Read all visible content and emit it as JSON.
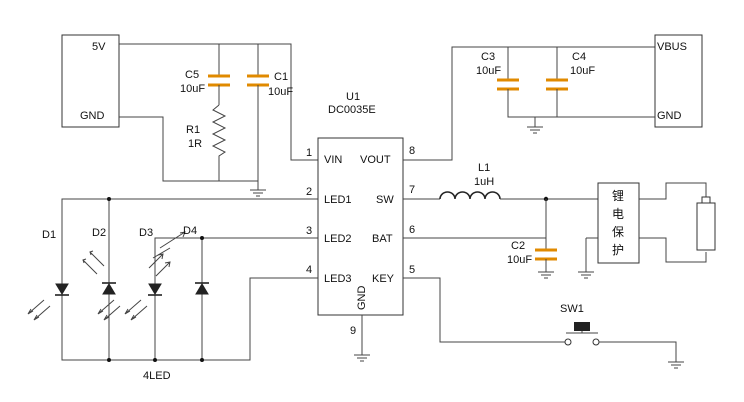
{
  "power_in": {
    "label_5v": "5V",
    "label_gnd": "GND"
  },
  "ic": {
    "ref": "U1",
    "part": "DC0035E",
    "pins": {
      "vin": {
        "name": "VIN",
        "num": "1"
      },
      "led1": {
        "name": "LED1",
        "num": "2"
      },
      "led2": {
        "name": "LED2",
        "num": "3"
      },
      "led3": {
        "name": "LED3",
        "num": "4"
      },
      "key": {
        "name": "KEY",
        "num": "5"
      },
      "bat": {
        "name": "BAT",
        "num": "6"
      },
      "sw": {
        "name": "SW",
        "num": "7"
      },
      "vout": {
        "name": "VOUT",
        "num": "8"
      },
      "gnd": {
        "name": "GND",
        "num": "9"
      }
    }
  },
  "components": {
    "c5": {
      "ref": "C5",
      "value": "10uF"
    },
    "c1": {
      "ref": "C1",
      "value": "10uF"
    },
    "r1": {
      "ref": "R1",
      "value": "1R"
    },
    "c3": {
      "ref": "C3",
      "value": "10uF"
    },
    "c4": {
      "ref": "C4",
      "value": "10uF"
    },
    "c2": {
      "ref": "C2",
      "value": "10uF"
    },
    "l1": {
      "ref": "L1",
      "value": "1uH"
    },
    "sw1": {
      "ref": "SW1"
    }
  },
  "leds": {
    "d1": "D1",
    "d2": "D2",
    "d3": "D3",
    "d4": "D4",
    "group_label": "4LED"
  },
  "output": {
    "label_vbus": "VBUS",
    "label_gnd": "GND"
  },
  "battery_protection": {
    "chars": [
      "锂",
      "电",
      "保",
      "护"
    ]
  }
}
